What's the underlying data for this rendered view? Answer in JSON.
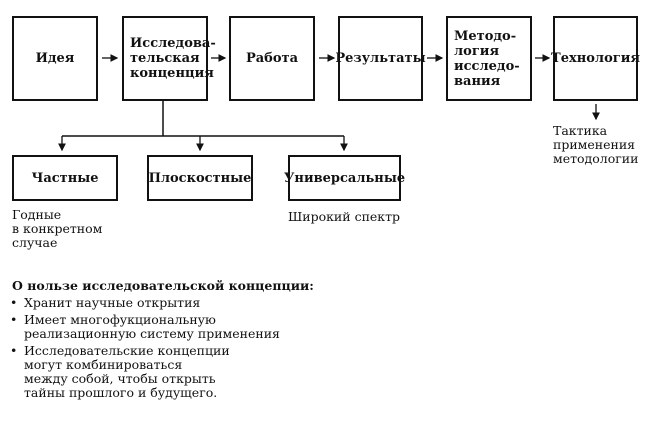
{
  "top_row": [
    {
      "id": "idea",
      "label": "Идея"
    },
    {
      "id": "concept",
      "label": "Исследова-\nтельская\nконценция"
    },
    {
      "id": "work",
      "label": "Работа"
    },
    {
      "id": "results",
      "label": "Результаты"
    },
    {
      "id": "methodology",
      "label": "Методо-\nлогия\nисследо-\nвания"
    },
    {
      "id": "technology",
      "label": "Технология"
    }
  ],
  "technology_note": "Тактика\nприменения\nметодологии",
  "concept_types": [
    {
      "id": "private",
      "label": "Частные",
      "note": "Годные\nв конкретном\nслучае"
    },
    {
      "id": "planar",
      "label": "Плоскостные",
      "note": ""
    },
    {
      "id": "universal",
      "label": "Универсальные",
      "note": "Широкий спектр"
    }
  ],
  "benefits": {
    "heading": "О нользе исследовательской концепции:",
    "bullet": "•",
    "items": [
      "Хранит научные открытия",
      "Имеет многофукциональную\nреализационную систему применения",
      "Исследовательские концепции\nмогут комбинироваться\nмежду собой, чтобы открыть\nтайны прошлого и будущего."
    ]
  }
}
